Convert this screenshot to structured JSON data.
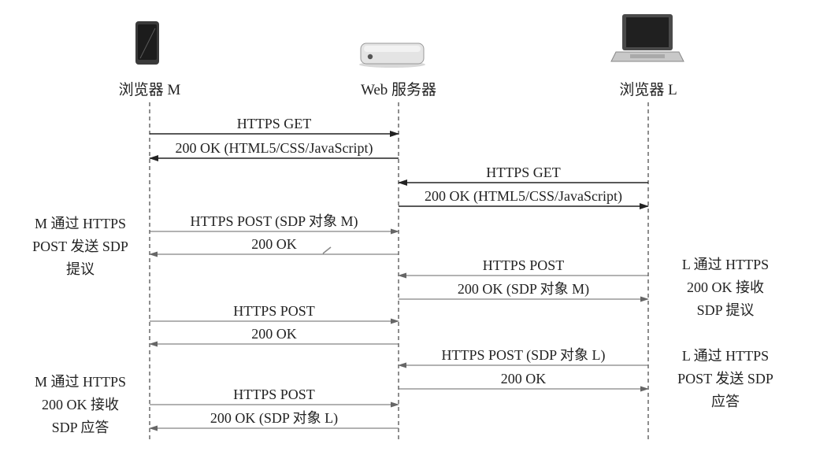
{
  "actors": {
    "browser_m": {
      "label": "浏览器 M",
      "icon": "phone-icon"
    },
    "server": {
      "label": "Web 服务器",
      "icon": "server-icon"
    },
    "browser_l": {
      "label": "浏览器 L",
      "icon": "laptop-icon"
    }
  },
  "messages": [
    {
      "label": "HTTPS GET",
      "from": "browser_m",
      "to": "server",
      "style": "solid"
    },
    {
      "label": "200 OK (HTML5/CSS/JavaScript)",
      "from": "server",
      "to": "browser_m",
      "style": "solid"
    },
    {
      "label": "HTTPS GET",
      "from": "browser_l",
      "to": "server",
      "style": "solid"
    },
    {
      "label": "200 OK (HTML5/CSS/JavaScript)",
      "from": "server",
      "to": "browser_l",
      "style": "solid"
    },
    {
      "label": "HTTPS POST (SDP 对象 M)",
      "from": "browser_m",
      "to": "server",
      "style": "light"
    },
    {
      "label": "200 OK",
      "from": "server",
      "to": "browser_m",
      "style": "light"
    },
    {
      "label": "HTTPS POST",
      "from": "browser_l",
      "to": "server",
      "style": "light"
    },
    {
      "label": "200 OK (SDP 对象 M)",
      "from": "server",
      "to": "browser_l",
      "style": "light"
    },
    {
      "label": "HTTPS POST",
      "from": "browser_m",
      "to": "server",
      "style": "light"
    },
    {
      "label": "200 OK",
      "from": "server",
      "to": "browser_m",
      "style": "light"
    },
    {
      "label": "HTTPS POST (SDP 对象 L)",
      "from": "browser_l",
      "to": "server",
      "style": "light"
    },
    {
      "label": "200 OK",
      "from": "server",
      "to": "browser_l",
      "style": "light"
    },
    {
      "label": "HTTPS POST",
      "from": "browser_m",
      "to": "server",
      "style": "light"
    },
    {
      "label": "200 OK (SDP 对象 L)",
      "from": "server",
      "to": "browser_m",
      "style": "light"
    }
  ],
  "notes": [
    {
      "name": "note-m-send-offer",
      "lines": [
        "M 通过 HTTPS",
        "POST 发送 SDP",
        "提议"
      ]
    },
    {
      "name": "note-l-receive-offer",
      "lines": [
        "L 通过 HTTPS",
        "200 OK 接收",
        "SDP 提议"
      ]
    },
    {
      "name": "note-l-send-answer",
      "lines": [
        "L 通过 HTTPS",
        "POST 发送 SDP",
        "应答"
      ]
    },
    {
      "name": "note-m-receive-answer",
      "lines": [
        "M 通过 HTTPS",
        "200 OK 接收",
        "SDP 应答"
      ]
    }
  ]
}
